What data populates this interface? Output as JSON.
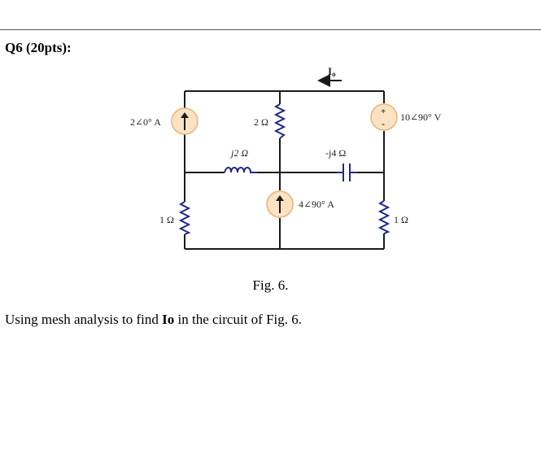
{
  "question": {
    "title": "Q6 (20pts):",
    "caption": "Fig. 6.",
    "prompt_before": "Using mesh analysis to find ",
    "prompt_bold": "I",
    "prompt_bold_sub": "o",
    "prompt_after": " in the circuit of Fig. 6."
  },
  "circuit": {
    "current_label_main": "I",
    "current_label_sub": "o",
    "source_left": "2∠0° A",
    "resistor_top_middle": "2 Ω",
    "source_right": "10∠90° V",
    "inductor": "j2 Ω",
    "capacitor": "-j4 Ω",
    "source_middle": "4∠90° A",
    "resistor_bottom_left": "1 Ω",
    "resistor_bottom_right": "1 Ω",
    "plus_sign": "+",
    "minus_sign": "-",
    "colors": {
      "wire": "#1a1a1a",
      "component": "#1f2a8a",
      "source_fill": "#fbe2c2",
      "source_stroke": "#e9b27a"
    }
  }
}
